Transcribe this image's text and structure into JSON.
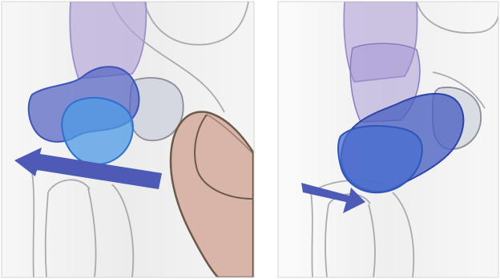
{
  "figure": {
    "panels": [
      {
        "id": "left",
        "arrow_direction": "left",
        "shows_thumb": true
      },
      {
        "id": "right",
        "arrow_direction": "right",
        "shows_thumb": false
      }
    ]
  },
  "colors": {
    "background": "#ffffff",
    "panel_fill": "#f2f2f2",
    "bone_outline": "#8c8c96",
    "purple_bone": "#a08fcb",
    "blue_bone": "#3d55b8",
    "light_blue_bone": "#4f9be6",
    "arrow": "#4d5bb6",
    "thumb_skin": "#d9b4a8",
    "thumb_outline": "#6b5a4a",
    "divider": "#ffffff"
  }
}
